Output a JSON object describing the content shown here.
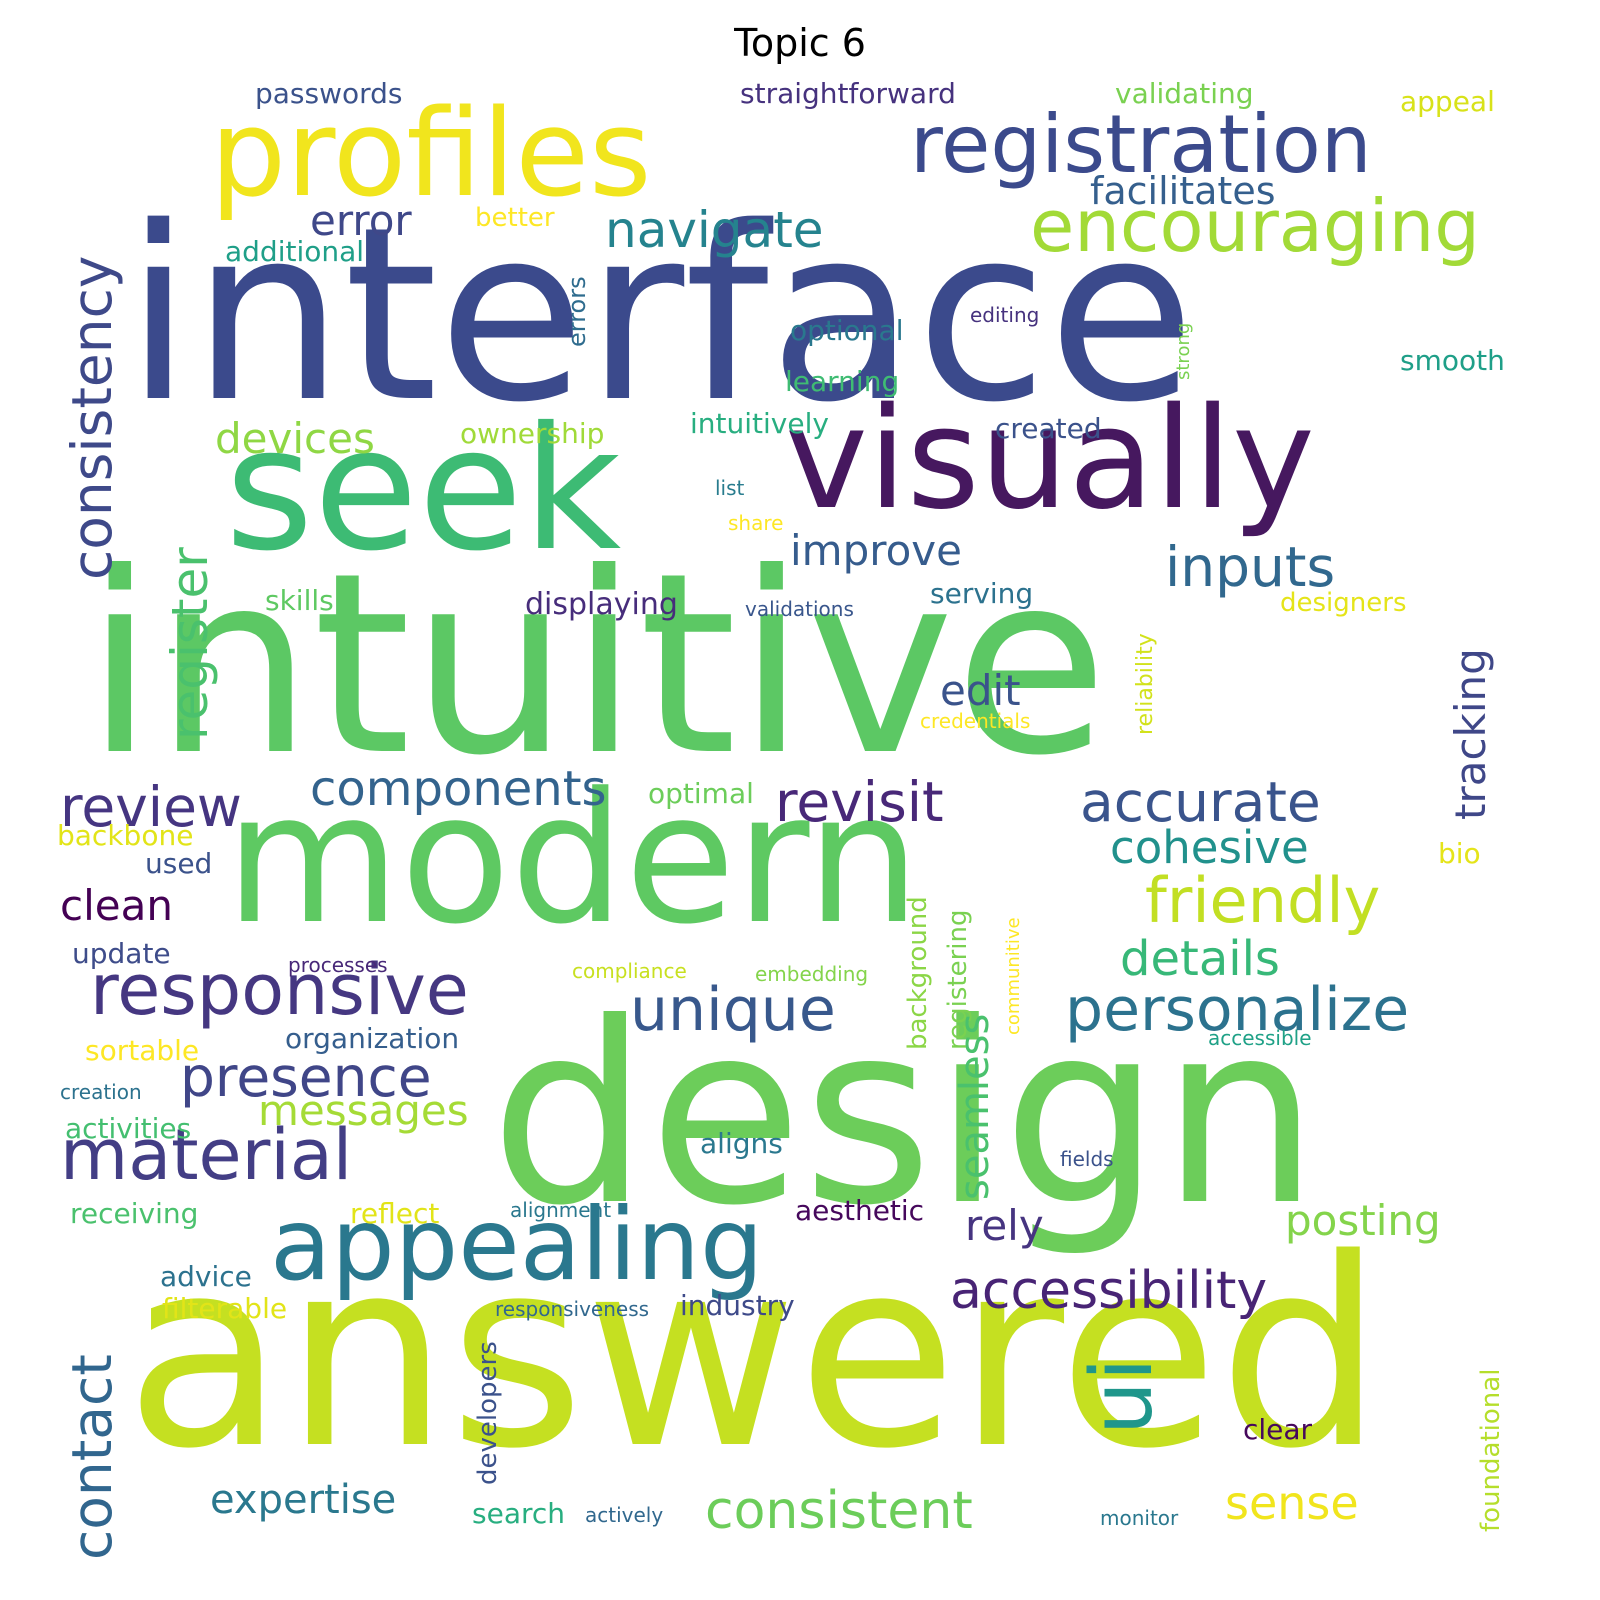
{
  "title": "Topic 6",
  "palette": [
    "#46327e",
    "#3b528b",
    "#365c8d",
    "#2c728e",
    "#21918c",
    "#1fa187",
    "#28ae80",
    "#3fbc73",
    "#5ec962",
    "#84d44b",
    "#addc30",
    "#c8e020",
    "#e5e419",
    "#fde725",
    "#440154",
    "#482475"
  ],
  "words": [
    {
      "text": "interface",
      "color": "#3b4a8c"
    },
    {
      "text": "intuitive",
      "color": "#5cc864"
    },
    {
      "text": "answered",
      "color": "#c5e021"
    },
    {
      "text": "design",
      "color": "#6ccd5a"
    },
    {
      "text": "modern",
      "color": "#5ec962"
    },
    {
      "text": "seek",
      "color": "#3dbb74"
    },
    {
      "text": "visually",
      "color": "#46185f"
    },
    {
      "text": "profiles",
      "color": "#f1e51d"
    },
    {
      "text": "registration",
      "color": "#3b4a8c"
    },
    {
      "text": "appealing",
      "color": "#2a788e"
    },
    {
      "text": "encouraging",
      "color": "#a2da37"
    },
    {
      "text": "responsive",
      "color": "#453781"
    },
    {
      "text": "material",
      "color": "#433e85"
    },
    {
      "text": "personalize",
      "color": "#2c728e"
    },
    {
      "text": "unique",
      "color": "#38588c"
    },
    {
      "text": "friendly",
      "color": "#c2df23"
    },
    {
      "text": "consistency",
      "color": "#3e4989"
    },
    {
      "text": "revisit",
      "color": "#482878"
    },
    {
      "text": "accurate",
      "color": "#3a548c"
    },
    {
      "text": "review",
      "color": "#453581"
    },
    {
      "text": "contact",
      "color": "#31668e"
    },
    {
      "text": "presence",
      "color": "#404688"
    },
    {
      "text": "navigate",
      "color": "#25838e"
    },
    {
      "text": "inputs",
      "color": "#31688e"
    },
    {
      "text": "ui",
      "color": "#1f968b"
    },
    {
      "text": "components",
      "color": "#33638d"
    },
    {
      "text": "accessibility",
      "color": "#482475"
    },
    {
      "text": "consistent",
      "color": "#6ccd5a"
    },
    {
      "text": "register",
      "color": "#4ac16d"
    },
    {
      "text": "cohesive",
      "color": "#21918c"
    },
    {
      "text": "error",
      "color": "#3f4889"
    },
    {
      "text": "facilitates",
      "color": "#355f8d"
    },
    {
      "text": "details",
      "color": "#37b878"
    },
    {
      "text": "posting",
      "color": "#84d44b"
    },
    {
      "text": "seamless",
      "color": "#4ac16d"
    },
    {
      "text": "tracking",
      "color": "#3f4788"
    },
    {
      "text": "improve",
      "color": "#365c8d"
    },
    {
      "text": "edit",
      "color": "#3a538b"
    },
    {
      "text": "devices",
      "color": "#8fd744"
    },
    {
      "text": "expertise",
      "color": "#2a788e"
    },
    {
      "text": "sense",
      "color": "#f1e51d"
    },
    {
      "text": "messages",
      "color": "#a5db36"
    },
    {
      "text": "rely",
      "color": "#463480"
    },
    {
      "text": "clean",
      "color": "#440154"
    },
    {
      "text": "passwords",
      "color": "#3b528b"
    },
    {
      "text": "straightforward",
      "color": "#46327e"
    },
    {
      "text": "validating",
      "color": "#7ad151"
    },
    {
      "text": "appeal",
      "color": "#d8e219"
    },
    {
      "text": "better",
      "color": "#fde725"
    },
    {
      "text": "additional",
      "color": "#1f9f88"
    },
    {
      "text": "errors",
      "color": "#2f6c8e"
    },
    {
      "text": "optional",
      "color": "#2a788e"
    },
    {
      "text": "editing",
      "color": "#46327e"
    },
    {
      "text": "strong",
      "color": "#7ad151"
    },
    {
      "text": "smooth",
      "color": "#1f9f88"
    },
    {
      "text": "learning",
      "color": "#3fbc73"
    },
    {
      "text": "ownership",
      "color": "#a0da39"
    },
    {
      "text": "intuitively",
      "color": "#28ae80"
    },
    {
      "text": "created",
      "color": "#3b528b"
    },
    {
      "text": "list",
      "color": "#287c8e"
    },
    {
      "text": "share",
      "color": "#fde725"
    },
    {
      "text": "skills",
      "color": "#5ec962"
    },
    {
      "text": "displaying",
      "color": "#472d7b"
    },
    {
      "text": "validations",
      "color": "#39568c"
    },
    {
      "text": "serving",
      "color": "#2c728e"
    },
    {
      "text": "designers",
      "color": "#e5e419"
    },
    {
      "text": "reliability",
      "color": "#d2e21b"
    },
    {
      "text": "credentials",
      "color": "#fde725"
    },
    {
      "text": "optimal",
      "color": "#6ccd5a"
    },
    {
      "text": "backbone",
      "color": "#e2e418"
    },
    {
      "text": "used",
      "color": "#3b528b"
    },
    {
      "text": "bio",
      "color": "#e5e419"
    },
    {
      "text": "update",
      "color": "#3e4c8a"
    },
    {
      "text": "processes",
      "color": "#482878"
    },
    {
      "text": "compliance",
      "color": "#c8e020"
    },
    {
      "text": "embedding",
      "color": "#84d44b"
    },
    {
      "text": "background",
      "color": "#8bd646"
    },
    {
      "text": "registering",
      "color": "#7ad151"
    },
    {
      "text": "communitive",
      "color": "#fde725"
    },
    {
      "text": "organization",
      "color": "#355e8d"
    },
    {
      "text": "sortable",
      "color": "#fde725"
    },
    {
      "text": "accessible",
      "color": "#1fa187"
    },
    {
      "text": "creation",
      "color": "#2c728e"
    },
    {
      "text": "activities",
      "color": "#44bf70"
    },
    {
      "text": "aligns",
      "color": "#2a788e"
    },
    {
      "text": "fields",
      "color": "#3b528b"
    },
    {
      "text": "receiving",
      "color": "#4ac16d"
    },
    {
      "text": "reflect",
      "color": "#e2e418"
    },
    {
      "text": "alignment",
      "color": "#2a788e"
    },
    {
      "text": "aesthetic",
      "color": "#46085c"
    },
    {
      "text": "advice",
      "color": "#2c728e"
    },
    {
      "text": "filterable",
      "color": "#e2e418"
    },
    {
      "text": "responsiveness",
      "color": "#31688e"
    },
    {
      "text": "industry",
      "color": "#3e4a89"
    },
    {
      "text": "developers",
      "color": "#3b528b"
    },
    {
      "text": "foundational",
      "color": "#b5de2b"
    },
    {
      "text": "clear",
      "color": "#46085c"
    },
    {
      "text": "search",
      "color": "#28ae80"
    },
    {
      "text": "actively",
      "color": "#31688e"
    },
    {
      "text": "monitor",
      "color": "#2a788e"
    }
  ]
}
